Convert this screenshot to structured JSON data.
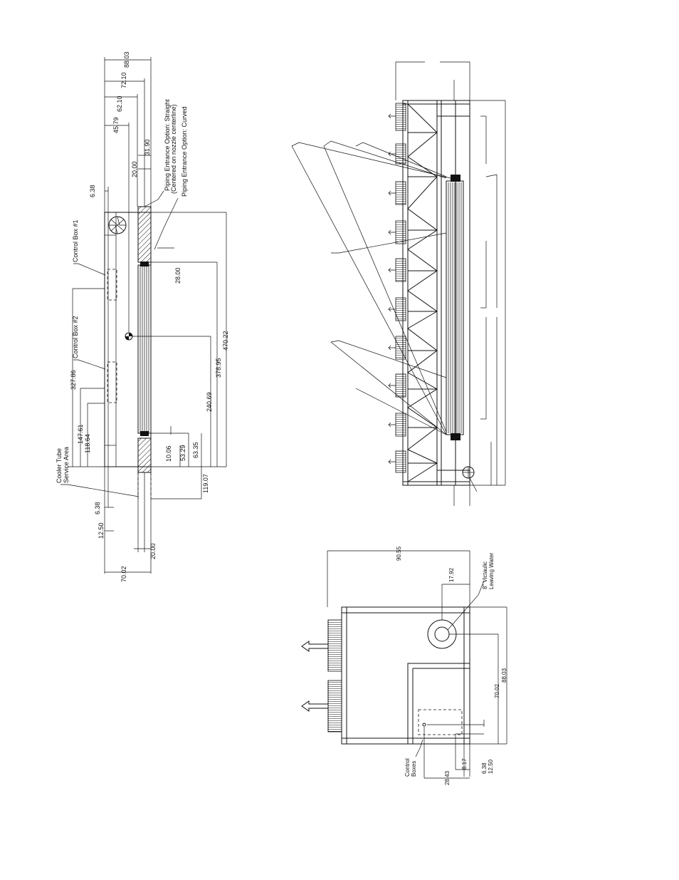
{
  "plan_view": {
    "labels": {
      "control_box_1": "Control Box #1",
      "control_box_2": "Control Box #2",
      "cooler_tube_service_area_1": "Cooler Tube",
      "cooler_tube_service_area_2": "Service Area",
      "piping_straight_1": "Piping Entrance Option:  Straight",
      "piping_straight_2": "(Centered on nozzle centerline)",
      "piping_curved": "Piping Entrance Option:  Curved"
    },
    "dims": {
      "d88_03": "88.03",
      "d72_10": "72.10",
      "d62_10": "62.10",
      "d45_79": "45.79",
      "d31_90": "31.90",
      "d20_00_top": "20.00",
      "d6_38_top": "6.38",
      "d28_00": "28.00",
      "d470_22": "470.22",
      "d378_95": "378.95",
      "d327_86": "327.86",
      "d240_69": "240.69",
      "d147_61": "147.61",
      "d118_64": "118.64",
      "d119_07": "119.07",
      "d63_35": "63.35",
      "d53_29": "53.29",
      "d10_06": "10.06",
      "d6_38_bot": "6.38",
      "d12_50": "12.50",
      "d20_00_bot": "20.00",
      "d70_02": "70.02"
    }
  },
  "end_view": {
    "labels": {
      "victaulic_1": "8\" Victaulic",
      "victaulic_2": "Leaving Water",
      "control_boxes_1": "Control",
      "control_boxes_2": "Boxes"
    },
    "dims": {
      "d90_55": "90.55",
      "d17_92": "17.92",
      "d88_03": "88.03",
      "d70_02": "70.02",
      "d6_38": "6.38",
      "d12_50": "12.50",
      "d28_43": "28.43",
      "d8_17": "8.17"
    }
  }
}
